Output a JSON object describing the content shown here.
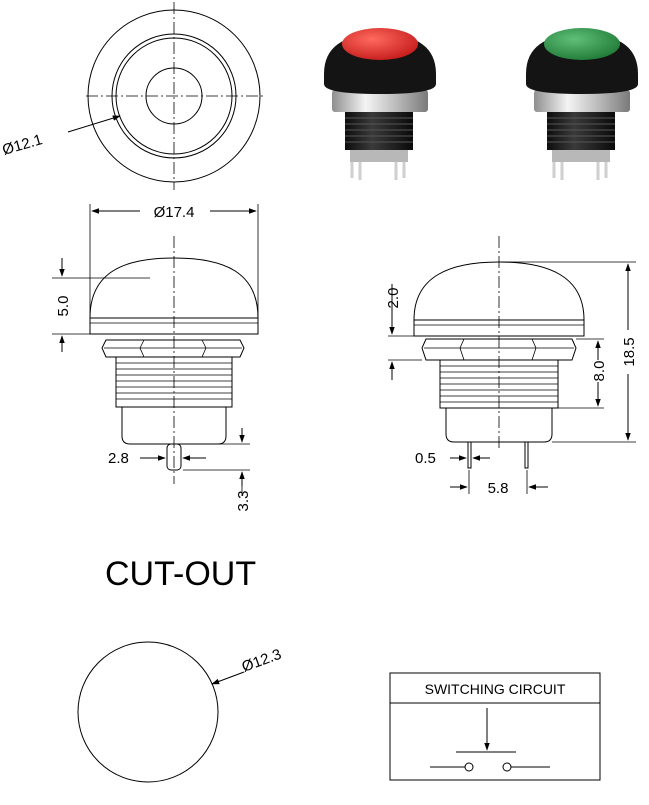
{
  "drawing": {
    "top_view": {
      "ring_diameter": "Ø12.1"
    },
    "side_view_left": {
      "outer_diameter": "Ø17.4",
      "cap_height": "5.0",
      "pin_width": "2.8",
      "pin_length": "3.3"
    },
    "side_view_right": {
      "cap_height": "2.0",
      "thread_length": "8.0",
      "total_height": "18.5",
      "pin_thickness": "0.5",
      "pin_spacing": "5.8"
    },
    "cutout": {
      "title": "CUT-OUT",
      "hole_diameter": "Ø12.3"
    },
    "circuit": {
      "title": "SWITCHING CIRCUIT"
    }
  },
  "photos": {
    "cap_colors": [
      "#e02d2d",
      "#2f8e45"
    ],
    "body_color": "#1a1a1a",
    "metal_color": "#c8c8c8"
  }
}
